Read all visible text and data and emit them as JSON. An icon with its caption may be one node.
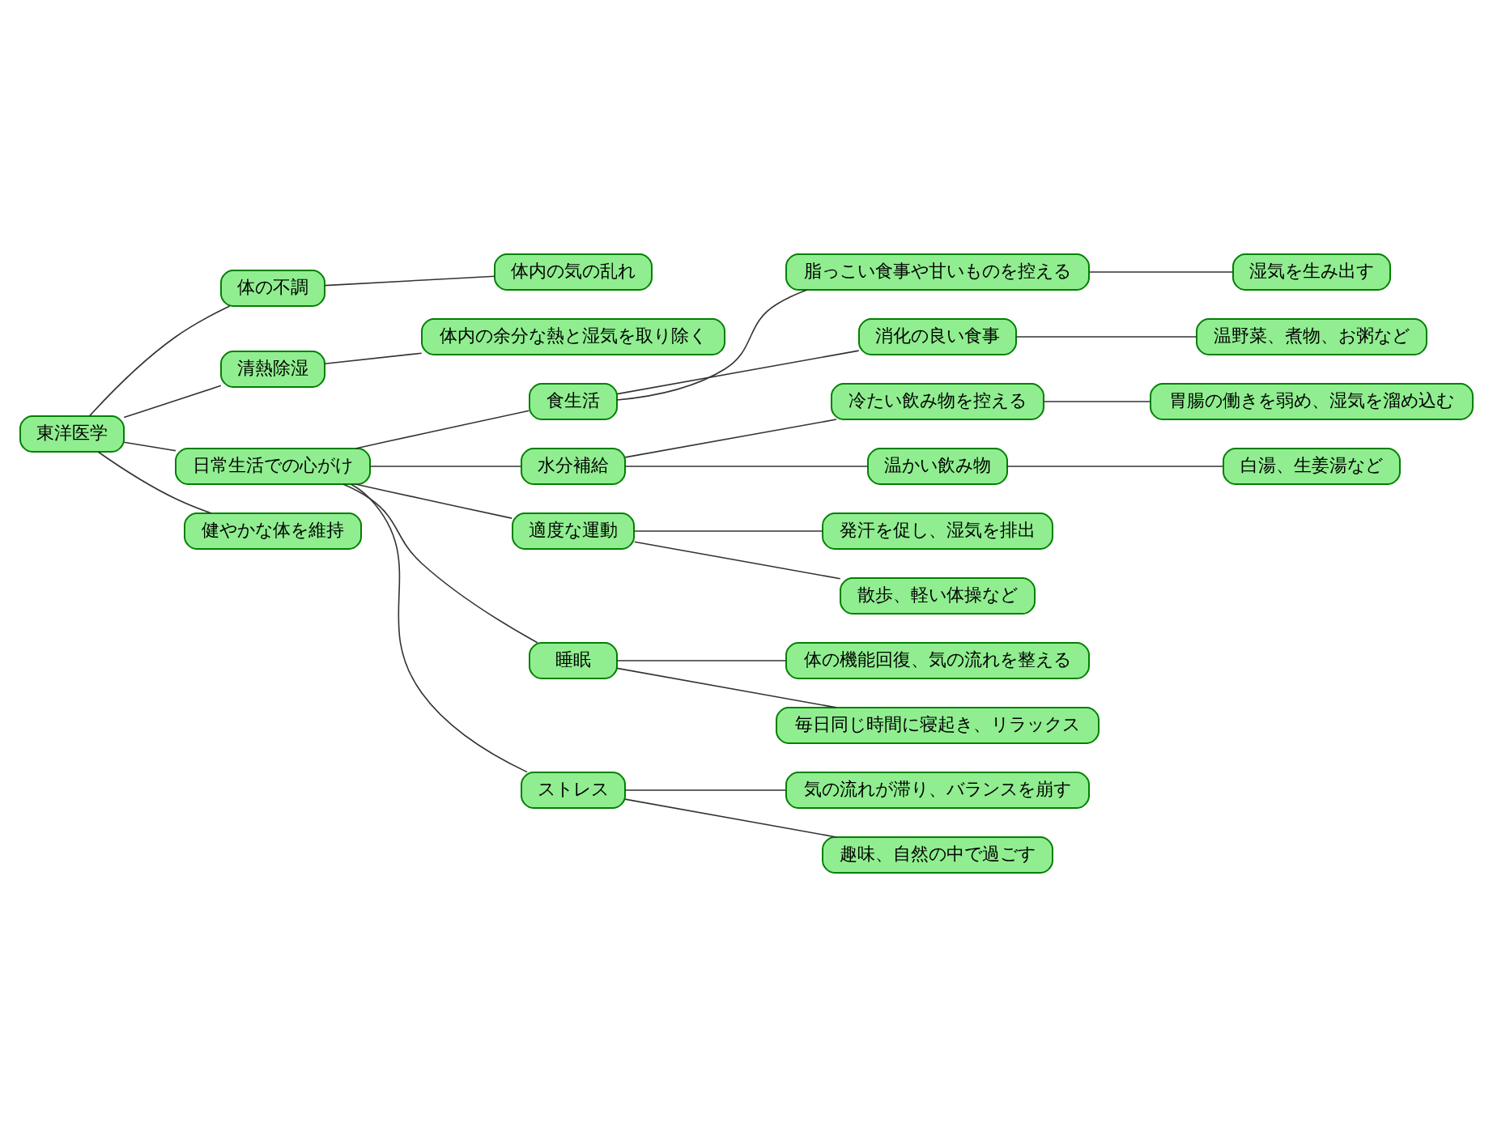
{
  "diagram": {
    "nodes": [
      {
        "text": [
          "東洋医学"
        ]
      },
      {
        "text": [
          "体の不調"
        ]
      },
      {
        "text": [
          "体内の気の乱れ"
        ]
      },
      {
        "text": [
          "清熱除湿"
        ]
      },
      {
        "text": [
          "体内の余分な熱と湿気を取り除く"
        ]
      },
      {
        "text": [
          "日常生活での心がけ"
        ]
      },
      {
        "text": [
          "食生活"
        ]
      },
      {
        "text": [
          "脂っこい食事や甘いものを控える"
        ]
      },
      {
        "text": [
          "湿気を生み出す"
        ]
      },
      {
        "text": [
          "消化の良い食事"
        ]
      },
      {
        "text": [
          "温野菜、煮物、お粥など"
        ]
      },
      {
        "text": [
          "水分補給"
        ]
      },
      {
        "text": [
          "冷たい飲み物を控える"
        ]
      },
      {
        "text": [
          "胃腸の働きを弱め、湿気を溜め込む"
        ]
      },
      {
        "text": [
          "温かい飲み物"
        ]
      },
      {
        "text": [
          "白湯、生姜湯など"
        ]
      },
      {
        "text": [
          "適度な運動"
        ]
      },
      {
        "text": [
          "発汗を促し、湿気を排出"
        ]
      },
      {
        "text": [
          "散歩、軽い体操など"
        ]
      },
      {
        "text": [
          "睡眠"
        ]
      },
      {
        "text": [
          "体の機能回復、気の流れを整える"
        ]
      },
      {
        "text": [
          "毎日同じ時間に寝起き、リラックス"
        ]
      },
      {
        "text": [
          "ストレス"
        ]
      },
      {
        "text": [
          "気の流れが滞り、バランスを崩す"
        ]
      },
      {
        "text": [
          "趣味、自然の中で過ごす"
        ]
      },
      {
        "text": [
          "健やかな体を維持"
        ]
      }
    ],
    "edges": [
      {
        "from": 0,
        "to": 1,
        "arrow": "none"
      },
      {
        "from": 1,
        "to": 2,
        "arrow": "none"
      },
      {
        "from": 0,
        "to": 3,
        "arrow": "none"
      },
      {
        "from": 3,
        "to": 4,
        "arrow": "none"
      },
      {
        "from": 0,
        "to": 5,
        "arrow": "none"
      },
      {
        "from": 5,
        "to": 6,
        "arrow": "none"
      },
      {
        "from": 6,
        "to": 7,
        "arrow": "none"
      },
      {
        "from": 7,
        "to": 8,
        "arrow": "none"
      },
      {
        "from": 6,
        "to": 9,
        "arrow": "none"
      },
      {
        "from": 9,
        "to": 10,
        "arrow": "none"
      },
      {
        "from": 5,
        "to": 11,
        "arrow": "none"
      },
      {
        "from": 11,
        "to": 12,
        "arrow": "none"
      },
      {
        "from": 12,
        "to": 13,
        "arrow": "none"
      },
      {
        "from": 11,
        "to": 14,
        "arrow": "none"
      },
      {
        "from": 14,
        "to": 15,
        "arrow": "none"
      },
      {
        "from": 5,
        "to": 16,
        "arrow": "none"
      },
      {
        "from": 16,
        "to": 17,
        "arrow": "none"
      },
      {
        "from": 16,
        "to": 18,
        "arrow": "none"
      },
      {
        "from": 5,
        "to": 19,
        "arrow": "none"
      },
      {
        "from": 19,
        "to": 20,
        "arrow": "none"
      },
      {
        "from": 19,
        "to": 21,
        "arrow": "none"
      },
      {
        "from": 5,
        "to": 22,
        "arrow": "none"
      },
      {
        "from": 22,
        "to": 23,
        "arrow": "none"
      },
      {
        "from": 22,
        "to": 24,
        "arrow": "none"
      },
      {
        "from": 0,
        "to": 25,
        "arrow": "none"
      }
    ]
  }
}
